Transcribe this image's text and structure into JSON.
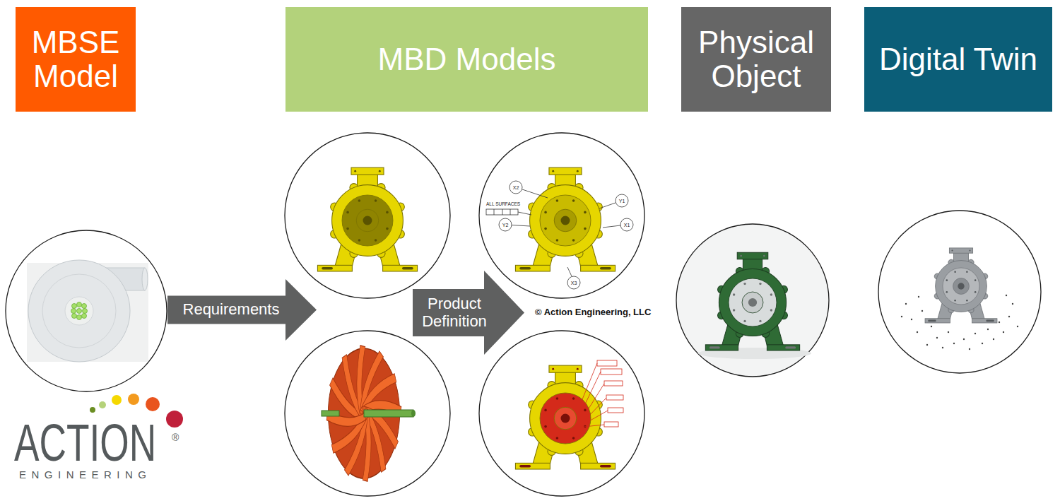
{
  "diagram": {
    "nodes": [
      {
        "text": [
          "MBSE Model"
        ]
      },
      {
        "text": [
          "MBD Models"
        ]
      },
      {
        "text": [
          "Physical Object"
        ]
      },
      {
        "text": [
          "Digital Twin"
        ]
      },
      {
        "text": [
          "Requirements"
        ]
      },
      {
        "text": [
          "Product Definition"
        ]
      }
    ],
    "labels": [
      "X2",
      "ALL SURFACES",
      "Y1",
      "X1",
      "Y2",
      "X3",
      "© Action Engineering, LLC",
      "ACTION",
      "®",
      "ENGINEERING"
    ]
  }
}
